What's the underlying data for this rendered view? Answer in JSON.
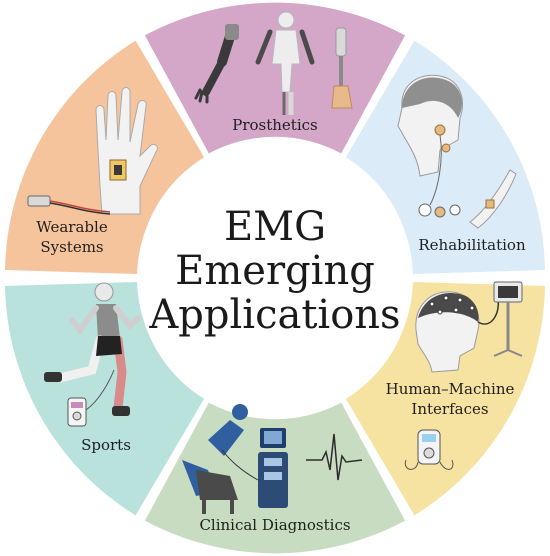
{
  "center": {
    "line1": "EMG",
    "line2": "Emerging",
    "line3": "Applications"
  },
  "segments": [
    {
      "label": "Prosthetics",
      "color": "#d4a6c8"
    },
    {
      "label": "Rehabilitation",
      "color": "#dcebf8"
    },
    {
      "label_line1": "Human–Machine",
      "label_line2": "Interfaces",
      "color": "#f7e3a1"
    },
    {
      "label": "Clinical Diagnostics",
      "color": "#c8dcc1"
    },
    {
      "label": "Sports",
      "color": "#b9e2dc"
    },
    {
      "label_line1": "Wearable",
      "label_line2": "Systems",
      "color": "#f6c49c"
    }
  ],
  "icons": {
    "prosthetic_arm": "prosthetic-arm-icon",
    "prosthetic_body": "prosthetic-body-icon",
    "prosthetic_leg": "prosthetic-leg-icon",
    "rehab_head": "head-electrodes-icon",
    "rehab_arm": "forearm-sensor-icon",
    "hmi_head": "eeg-cap-head-icon",
    "hmi_monitor": "monitor-stand-icon",
    "hmi_device": "handheld-stimulator-icon",
    "clinical_chair": "patient-chair-icon",
    "clinical_machine": "emg-machine-icon",
    "clinical_wave": "emg-waveform-icon",
    "sports_runner": "runner-icon",
    "sports_device": "portable-emg-device-icon",
    "wearable_hand": "hand-sensor-icon",
    "wearable_cable": "sensor-cable-icon"
  }
}
